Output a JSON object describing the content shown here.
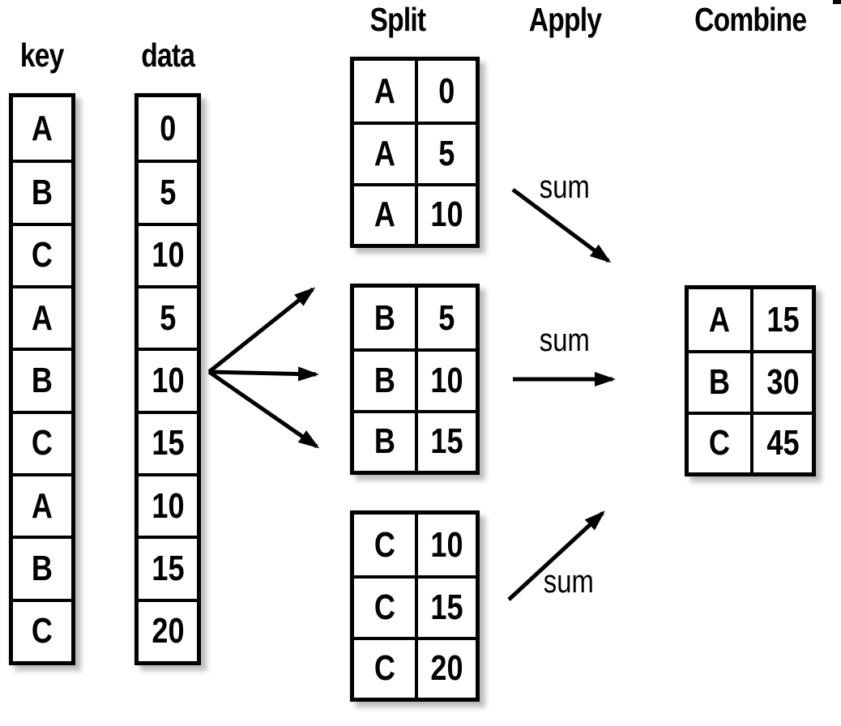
{
  "colors": {
    "ink": "#000000",
    "background": "#ffffff"
  },
  "labels": {
    "key_header": "key",
    "data_header": "data",
    "split_header": "Split",
    "apply_header": "Apply",
    "combine_header": "Combine"
  },
  "key_column": {
    "cells": [
      "A",
      "B",
      "C",
      "A",
      "B",
      "C",
      "A",
      "B",
      "C"
    ]
  },
  "data_column": {
    "cells": [
      "0",
      "5",
      "10",
      "5",
      "10",
      "15",
      "10",
      "15",
      "20"
    ]
  },
  "split_tables": [
    {
      "rows": [
        [
          "A",
          "0"
        ],
        [
          "A",
          "5"
        ],
        [
          "A",
          "10"
        ]
      ]
    },
    {
      "rows": [
        [
          "B",
          "5"
        ],
        [
          "B",
          "10"
        ],
        [
          "B",
          "15"
        ]
      ]
    },
    {
      "rows": [
        [
          "C",
          "10"
        ],
        [
          "C",
          "15"
        ],
        [
          "C",
          "20"
        ]
      ]
    }
  ],
  "apply": {
    "labels": [
      "sum",
      "sum",
      "sum"
    ]
  },
  "combine_table": {
    "rows": [
      [
        "A",
        "15"
      ],
      [
        "B",
        "30"
      ],
      [
        "C",
        "45"
      ]
    ]
  }
}
